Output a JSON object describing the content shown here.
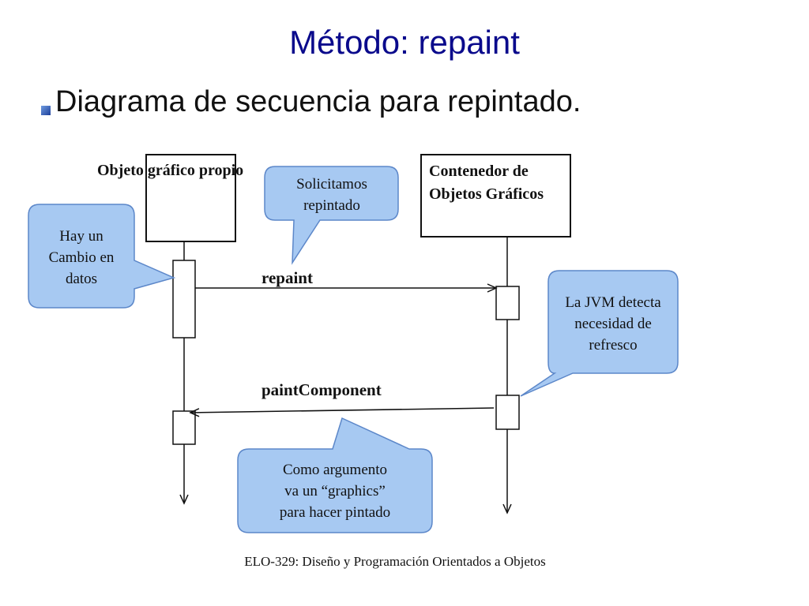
{
  "slide": {
    "title": "Método: repaint",
    "bullet": "Diagrama de secuencia para repintado.",
    "footer": "ELO-329: Diseño y Programación Orientados a Objetos"
  },
  "lifelines": {
    "left_name": "Objeto gráfico propio",
    "right_name_line1": "Contenedor de",
    "right_name_line2": "Objetos Gráficos"
  },
  "messages": {
    "repaint": "repaint",
    "paint_component": "paintComponent"
  },
  "callouts": {
    "solicitamos": [
      "Solicitamos",
      "repintado"
    ],
    "cambio": [
      "Hay un",
      "Cambio en",
      "datos"
    ],
    "jvm": [
      "La JVM detecta",
      "necesidad de",
      "refresco"
    ],
    "argumento": [
      "Como argumento",
      "va un “graphics”",
      "para hacer pintado"
    ]
  },
  "colors": {
    "callout_fill": "#a7c9f2",
    "callout_stroke": "#5c87c9",
    "title": "#0a0a8c"
  }
}
